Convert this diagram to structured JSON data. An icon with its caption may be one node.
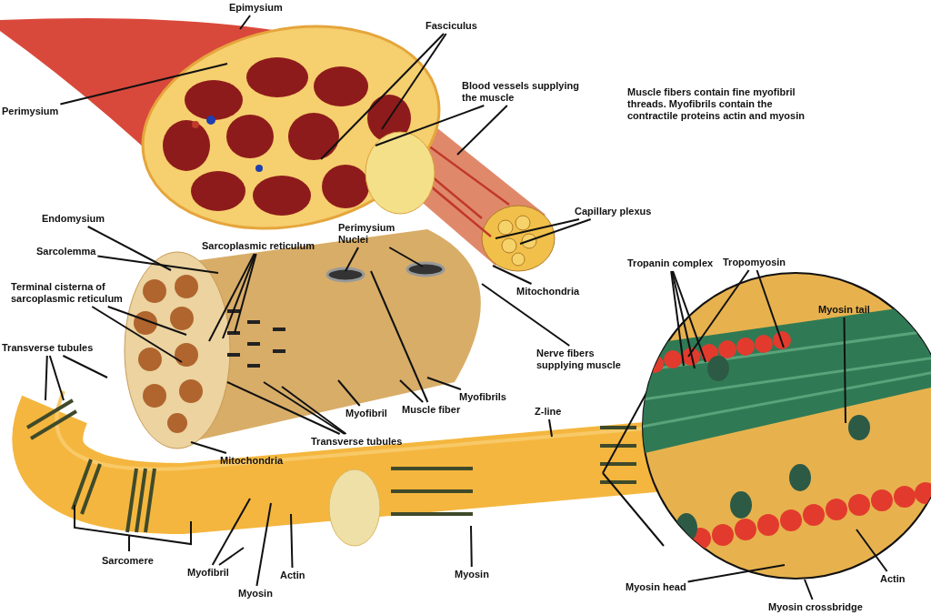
{
  "diagram": {
    "nodes": [
      {
        "text": [
          "Epimysium"
        ]
      },
      {
        "text": [
          "Fasciculus"
        ]
      },
      {
        "text": [
          "Blood vessels supplying the muscle"
        ]
      },
      {
        "text": [
          "Perimysium"
        ]
      },
      {
        "text": [
          "Capillary plexus"
        ]
      },
      {
        "text": [
          "Endomysium"
        ]
      },
      {
        "text": [
          "Perimysium Nuclei"
        ]
      },
      {
        "text": [
          "Sarcoplasmic reticulum"
        ]
      },
      {
        "text": [
          "Sarcolemma"
        ]
      },
      {
        "text": [
          "Tropanin complex"
        ]
      },
      {
        "text": [
          "Terminal cisterna of sarcoplasmic reticulum"
        ]
      },
      {
        "text": [
          "Mitochondria"
        ]
      },
      {
        "text": [
          "Tropomyosin"
        ]
      },
      {
        "text": [
          "Myosin tail"
        ]
      },
      {
        "text": [
          "Transverse tubules"
        ]
      },
      {
        "text": [
          "Nerve fibers supplying muscle"
        ]
      },
      {
        "text": [
          "Myofibrils"
        ]
      },
      {
        "text": [
          "Muscle fiber"
        ]
      },
      {
        "text": [
          "Z-line"
        ]
      },
      {
        "text": [
          "Myofibril"
        ]
      },
      {
        "text": [
          "Transverse tubules"
        ]
      },
      {
        "text": [
          "Mitochondria"
        ]
      },
      {
        "text": [
          "Myofibril"
        ]
      },
      {
        "text": [
          "Actin"
        ]
      },
      {
        "text": [
          "Myosin"
        ]
      },
      {
        "text": [
          "Actin"
        ]
      },
      {
        "text": [
          "Myosin head"
        ]
      },
      {
        "text": [
          "Myosin"
        ]
      },
      {
        "text": [
          "Myosin crossbridge"
        ]
      }
    ],
    "edges": [
      {
        "from": 0,
        "to": null,
        "arrow": "none"
      },
      {
        "from": 1,
        "to": null,
        "arrow": "none"
      },
      {
        "from": 1,
        "to": null,
        "arrow": "none"
      },
      {
        "from": 2,
        "to": null,
        "arrow": "none"
      },
      {
        "from": 2,
        "to": null,
        "arrow": "none"
      },
      {
        "from": 3,
        "to": null,
        "arrow": "none"
      },
      {
        "from": 4,
        "to": null,
        "arrow": "none"
      },
      {
        "from": 4,
        "to": null,
        "arrow": "none"
      },
      {
        "from": 5,
        "to": null,
        "arrow": "none"
      },
      {
        "from": 6,
        "to": null,
        "arrow": "none"
      },
      {
        "from": 6,
        "to": null,
        "arrow": "none"
      },
      {
        "from": 7,
        "to": null,
        "arrow": "none"
      },
      {
        "from": 7,
        "to": null,
        "arrow": "none"
      },
      {
        "from": 7,
        "to": null,
        "arrow": "none"
      },
      {
        "from": 8,
        "to": null,
        "arrow": "none"
      },
      {
        "from": 9,
        "to": null,
        "arrow": "none"
      },
      {
        "from": 9,
        "to": null,
        "arrow": "none"
      },
      {
        "from": 9,
        "to": null,
        "arrow": "none"
      },
      {
        "from": 10,
        "to": null,
        "arrow": "none"
      },
      {
        "from": 10,
        "to": null,
        "arrow": "none"
      },
      {
        "from": 11,
        "to": null,
        "arrow": "none"
      },
      {
        "from": 12,
        "to": null,
        "arrow": "none"
      },
      {
        "from": 12,
        "to": null,
        "arrow": "none"
      },
      {
        "from": 13,
        "to": null,
        "arrow": "none"
      },
      {
        "from": 14,
        "to": null,
        "arrow": "none"
      },
      {
        "from": 14,
        "to": null,
        "arrow": "none"
      },
      {
        "from": 14,
        "to": null,
        "arrow": "none"
      },
      {
        "from": 15,
        "to": null,
        "arrow": "none"
      },
      {
        "from": 16,
        "to": null,
        "arrow": "none"
      },
      {
        "from": 17,
        "to": null,
        "arrow": "none"
      },
      {
        "from": 17,
        "to": null,
        "arrow": "none"
      },
      {
        "from": 18,
        "to": null,
        "arrow": "none"
      },
      {
        "from": 19,
        "to": null,
        "arrow": "none"
      },
      {
        "from": 20,
        "to": null,
        "arrow": "none"
      },
      {
        "from": 20,
        "to": null,
        "arrow": "none"
      },
      {
        "from": 20,
        "to": null,
        "arrow": "none"
      },
      {
        "from": 21,
        "to": null,
        "arrow": "none"
      },
      {
        "from": 22,
        "to": null,
        "arrow": "none"
      },
      {
        "from": 22,
        "to": null,
        "arrow": "none"
      },
      {
        "from": 23,
        "to": null,
        "arrow": "none"
      },
      {
        "from": 24,
        "to": null,
        "arrow": "none"
      },
      {
        "from": 25,
        "to": null,
        "arrow": "none"
      },
      {
        "from": 26,
        "to": null,
        "arrow": "none"
      },
      {
        "from": 27,
        "to": null,
        "arrow": "none"
      },
      {
        "from": 28,
        "to": null,
        "arrow": "none"
      }
    ],
    "labels": [
      "Muscle fibers contain fine myofibril threads. Myofibrils contain the contractile proteins actin and myosin",
      "Sarcomere"
    ]
  }
}
